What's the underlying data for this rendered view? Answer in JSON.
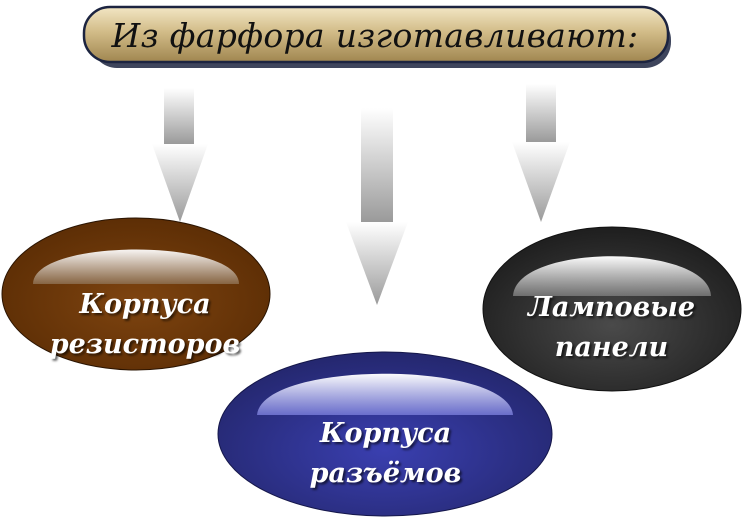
{
  "title": "Из фарфора изготавливают:",
  "nodes": [
    {
      "line1": "Корпуса",
      "line2": "резисторов"
    },
    {
      "line1": "Корпуса",
      "line2": "разъёмов"
    },
    {
      "line1": "Ламповые",
      "line2": "панели"
    }
  ],
  "colors": {
    "title_fill": "#c8b078",
    "title_border": "#1c2440",
    "node_brown": "#6b3606",
    "node_blue": "#2c2f8c",
    "node_gray": "#3a3a3a",
    "arrow": "#b0b0b0"
  }
}
